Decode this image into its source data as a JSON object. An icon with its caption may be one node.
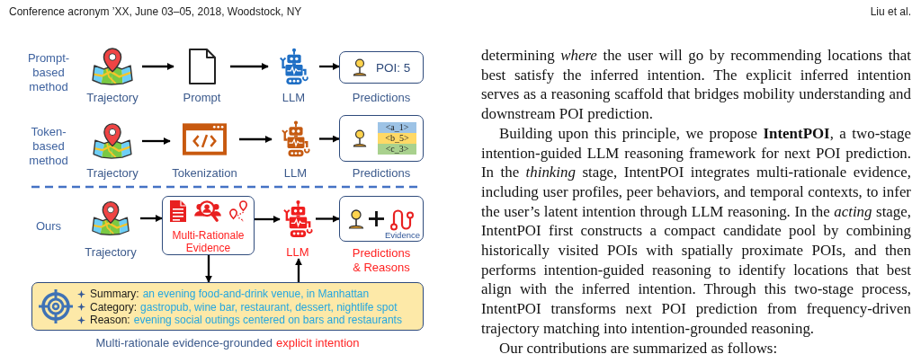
{
  "diagram": {
    "nodes": [
      {
        "text": [
          "Trajectory"
        ]
      },
      {
        "text": [
          "Prompt"
        ]
      },
      {
        "text": [
          "LLM"
        ]
      },
      {
        "text": [
          "POI: 5",
          "Predictions"
        ]
      },
      {
        "text": [
          "Trajectory"
        ]
      },
      {
        "text": [
          "Tokenization"
        ]
      },
      {
        "text": [
          "LLM"
        ]
      },
      {
        "text": [
          "<a_1>",
          "<b_5>",
          "<c_3>",
          "Predictions"
        ]
      },
      {
        "text": [
          "Trajectory"
        ]
      },
      {
        "text": [
          "Multi-Rationale Evidence"
        ]
      },
      {
        "text": [
          "LLM"
        ]
      },
      {
        "text": [
          "Evidence",
          "Predictions & Reasons"
        ]
      },
      {
        "text": [
          "Summary:",
          "an evening food-and-drink venue, in Manhattan",
          "Category:",
          "gastropub, wine bar, restaurant, dessert, nightlife spot",
          "Reason:",
          "evening social outings centered on bars and restaurants"
        ]
      }
    ],
    "edges": [
      {
        "from": 0,
        "to": 1,
        "arrow": "to"
      },
      {
        "from": 1,
        "to": 2,
        "arrow": "to"
      },
      {
        "from": 2,
        "to": 3,
        "arrow": "to"
      },
      {
        "from": 4,
        "to": 5,
        "arrow": "to"
      },
      {
        "from": 5,
        "to": 6,
        "arrow": "to"
      },
      {
        "from": 6,
        "to": 7,
        "arrow": "to"
      },
      {
        "from": 8,
        "to": 9,
        "arrow": "to"
      },
      {
        "from": 9,
        "to": 10,
        "arrow": "to"
      },
      {
        "from": 10,
        "to": 11,
        "arrow": "to"
      },
      {
        "from": 9,
        "to": 12,
        "arrow": "to"
      },
      {
        "from": 12,
        "to": 10,
        "arrow": "to"
      }
    ],
    "labels": [
      "Conference acronym ’XX, June 03–05, 2018, Woodstock, NY",
      "Liu et al.",
      "Prompt-based method",
      "Token-based method",
      "Ours",
      "Multi-rationale evidence-grounded",
      "explicit intention",
      "determining *where* the user will go by recommending locations that best satisfy the inferred intention. The explicit inferred intention serves as a reasoning scaffold that bridges mobility understanding and downstream POI prediction.",
      "Building upon this principle, we propose **IntentPOI**, a two-stage intention-guided LLM reasoning framework for next POI prediction. In the *thinking* stage, IntentPOI integrates multi-rationale evidence, including user profiles, peer behaviors, and temporal contexts, to infer the user’s latent intention through LLM reasoning. In the *acting* stage, IntentPOI first constructs a compact candidate pool by combining historically visited POIs with spatially proximate POIs, and then performs intention-guided reasoning to identify locations that best align with the inferred intention. Through this two-stage process, IntentPOI transforms next POI prediction from frequency-driven trajectory matching into intention-grounded reasoning.",
      "Our contributions are summarized as follows:"
    ]
  }
}
